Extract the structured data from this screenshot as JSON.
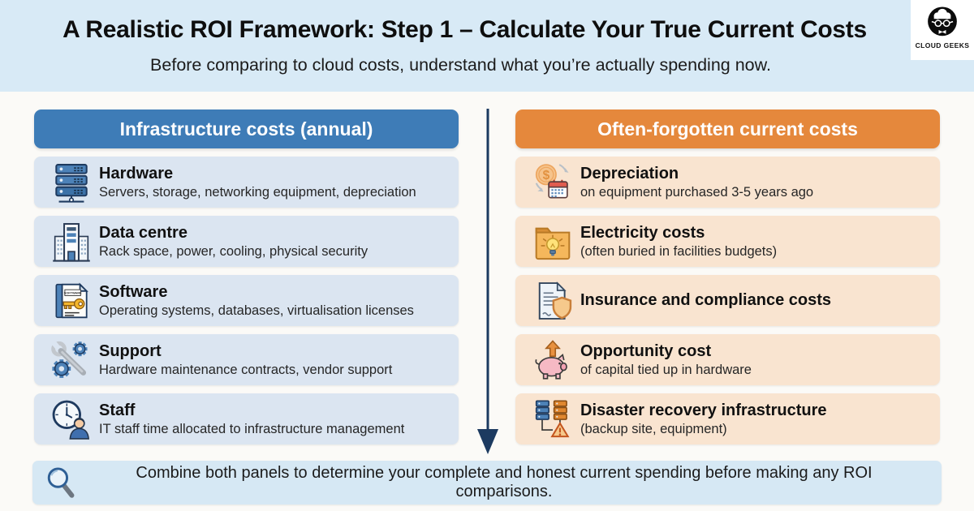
{
  "header": {
    "title": "A Realistic ROI Framework: Step 1 – Calculate Your True Current Costs",
    "subtitle": "Before comparing to cloud costs, understand what you’re actually spending now.",
    "logo_text": "CLOUD GEEKS"
  },
  "left_panel": {
    "title": "Infrastructure costs (annual)",
    "items": [
      {
        "icon": "server-rack",
        "title": "Hardware",
        "subtitle": "Servers, storage, networking equipment, depreciation"
      },
      {
        "icon": "data-centre-building",
        "title": "Data centre",
        "subtitle": "Rack space, power, cooling, physical security"
      },
      {
        "icon": "software-license-key",
        "title": "Software",
        "subtitle": "Operating systems, databases, virtualisation licenses"
      },
      {
        "icon": "wrench-gear",
        "title": "Support",
        "subtitle": "Hardware maintenance contracts, vendor support"
      },
      {
        "icon": "clock-person",
        "title": "Staff",
        "subtitle": "IT staff time allocated to infrastructure management"
      }
    ]
  },
  "right_panel": {
    "title": "Often-forgotten current costs",
    "items": [
      {
        "icon": "coin-calendar",
        "title": "Depreciation",
        "subtitle": "on equipment purchased 3-5 years ago"
      },
      {
        "icon": "folder-lightbulb",
        "title": "Electricity costs",
        "subtitle": "(often buried in facilities budgets)"
      },
      {
        "icon": "document-shield",
        "title": "Insurance and compliance costs",
        "subtitle": ""
      },
      {
        "icon": "piggy-bank-arrow",
        "title": "Opportunity cost",
        "subtitle": "of capital tied up in hardware"
      },
      {
        "icon": "server-warning",
        "title": "Disaster recovery infrastructure",
        "subtitle": "(backup site, equipment)"
      }
    ]
  },
  "footer": {
    "text": "Combine both panels to determine your complete and honest current spending before making any ROI comparisons.",
    "icon": "magnifier"
  },
  "icon_labels": {
    "software_box": "SOFTWARE",
    "dollar": "$"
  },
  "colors": {
    "header_band_bg": "#d8eaf6",
    "body_bg": "#fbfaf7",
    "left_header_bg": "#3e7cb7",
    "left_row_bg": "#dbe5f1",
    "right_header_bg": "#e5883c",
    "right_row_bg": "#f9e4d0",
    "footer_bg": "#d6e8f4",
    "arrow": "#1c3a60"
  }
}
